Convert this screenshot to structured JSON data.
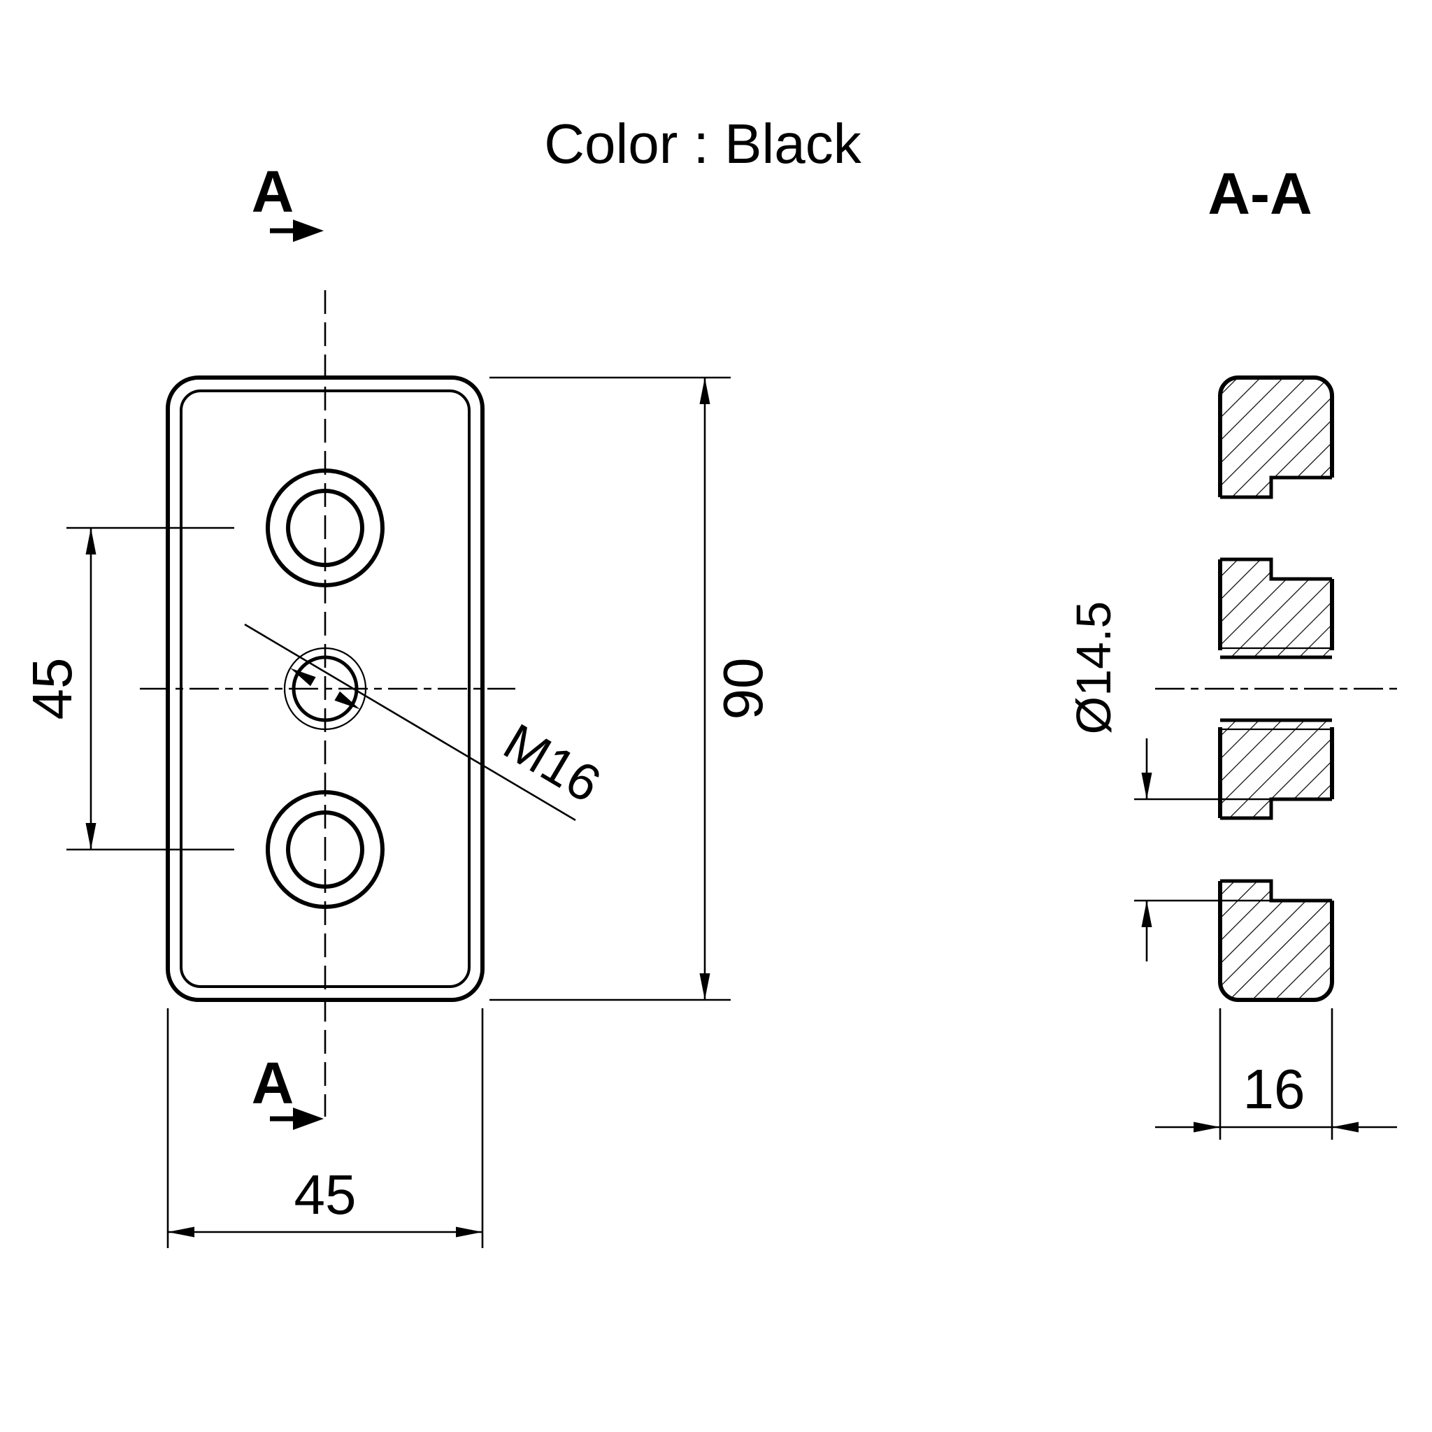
{
  "title": "Color : Black",
  "front_view": {
    "section_cut_label_top": "A",
    "section_cut_label_bottom": "A",
    "thread_callout": "M16",
    "dim_hole_spacing": "45",
    "dim_plate_height": "90",
    "dim_plate_width": "45"
  },
  "section_view": {
    "label": "A-A",
    "dim_counterbore_diameter": "Ø14.5",
    "dim_plate_thickness": "16"
  },
  "colors": {
    "line": "#000000",
    "background": "#ffffff"
  }
}
